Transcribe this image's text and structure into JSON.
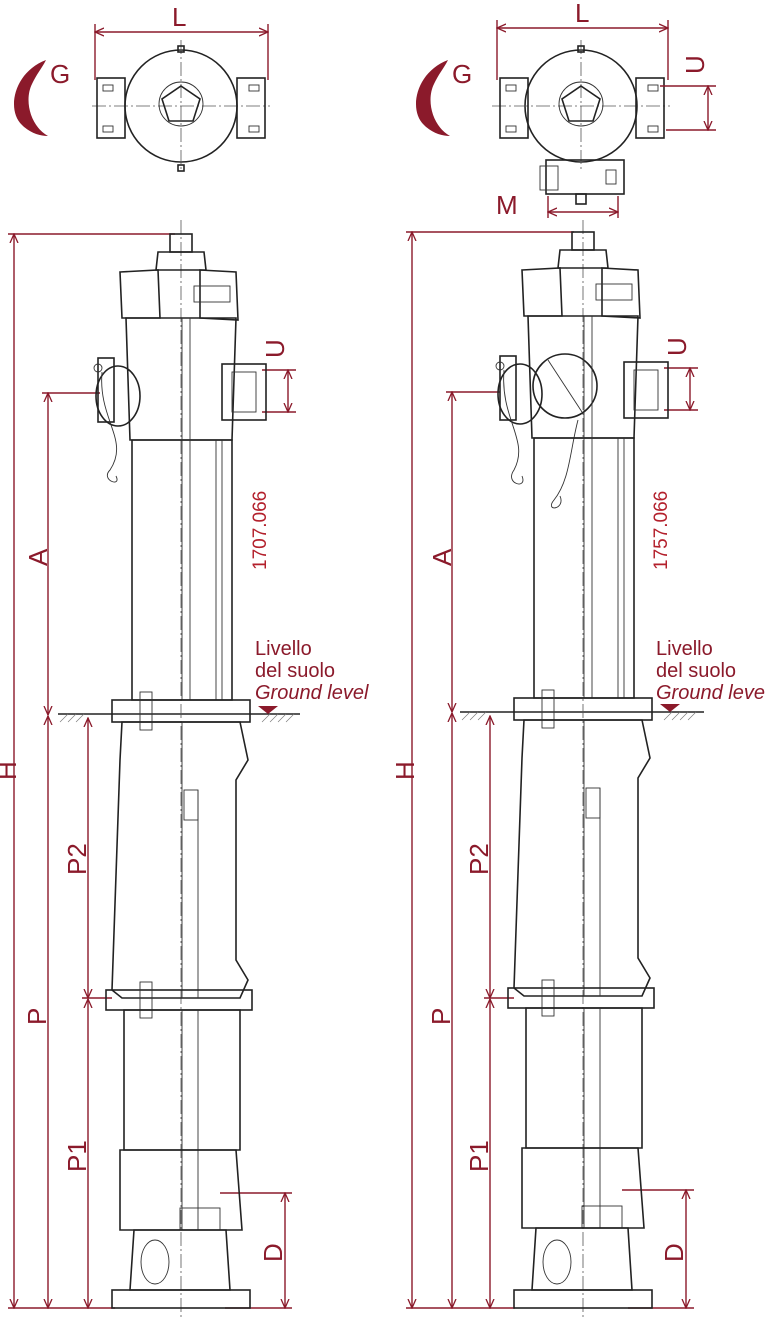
{
  "left_drawing": {
    "logo_letter": "G",
    "code": "1707.066",
    "dims": {
      "L": "L",
      "U": "U",
      "A": "A",
      "H": "H",
      "P": "P",
      "P1": "P1",
      "P2": "P2",
      "D": "D"
    },
    "ground": {
      "line1": "Livello",
      "line2": "del suolo",
      "line3": "Ground level"
    }
  },
  "right_drawing": {
    "logo_letter": "G",
    "code": "1757.066",
    "dims": {
      "L": "L",
      "U_top": "U",
      "M": "M",
      "U": "U",
      "A": "A",
      "H": "H",
      "P": "P",
      "P1": "P1",
      "P2": "P2",
      "D": "D"
    },
    "ground": {
      "line1": "Livello",
      "line2": "del suolo",
      "line3": "Ground leve"
    }
  },
  "colors": {
    "accent": "#8b1a2b",
    "code": "#b3202c",
    "line": "#222222"
  }
}
